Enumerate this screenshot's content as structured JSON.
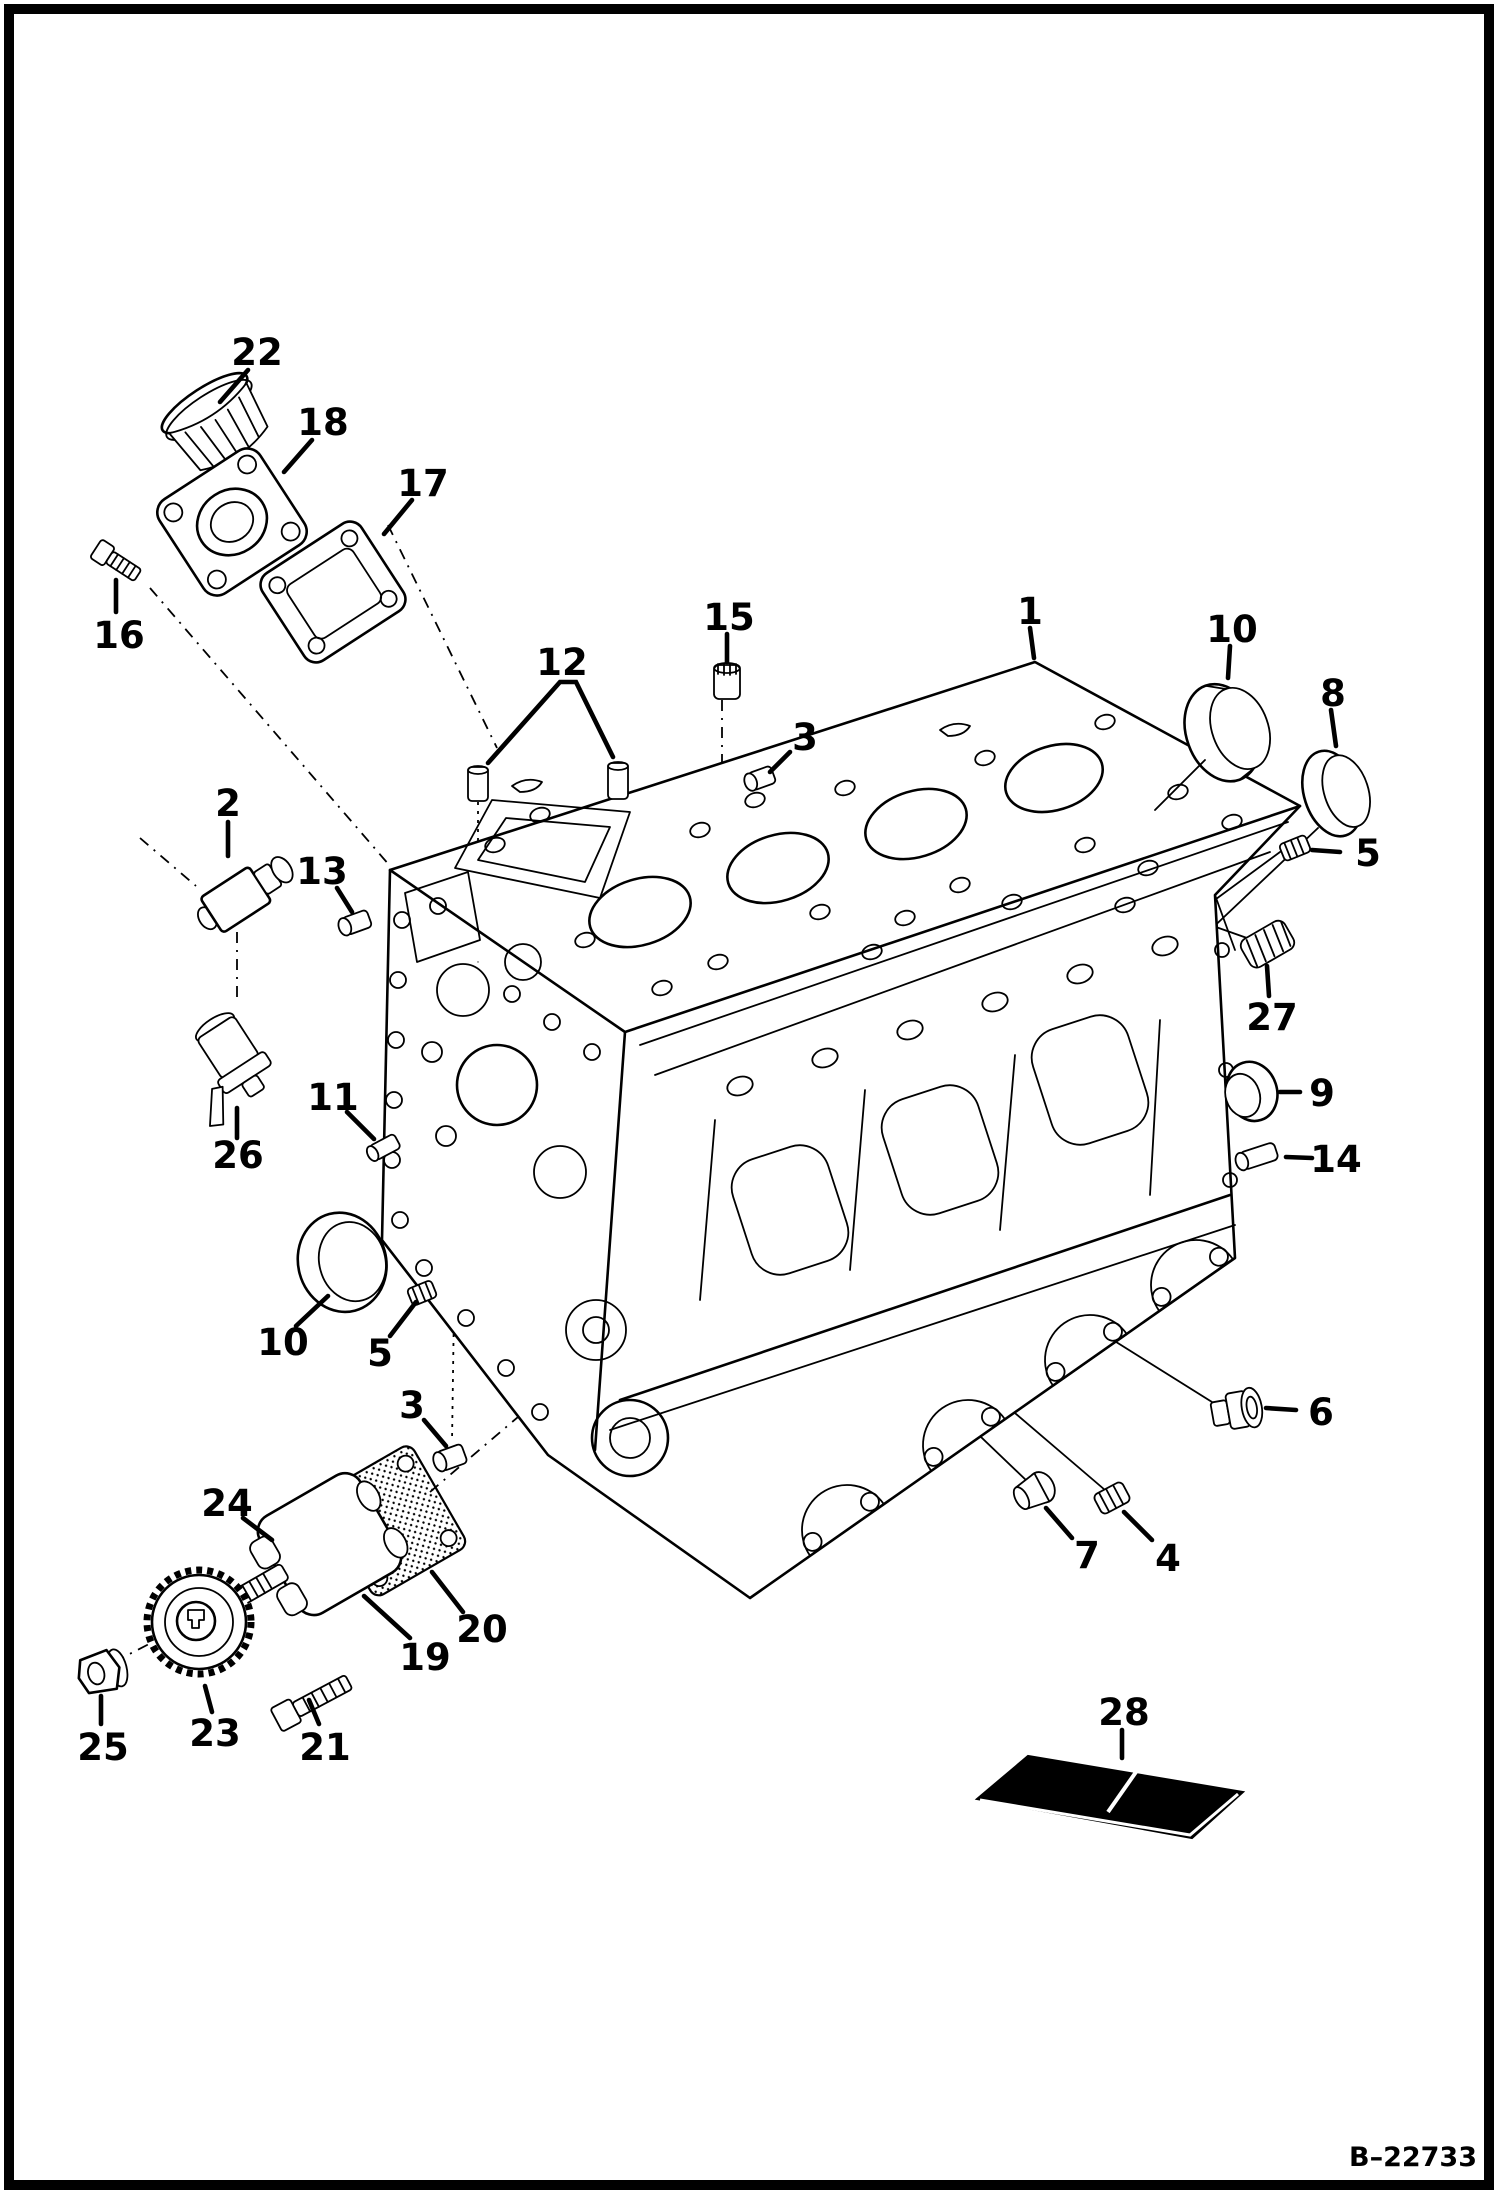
{
  "figure": {
    "code": "B–22733"
  },
  "callouts": {
    "c1": "1",
    "c2": "2",
    "c3a": "3",
    "c3b": "3",
    "c4": "4",
    "c5a": "5",
    "c5b": "5",
    "c6": "6",
    "c7": "7",
    "c8": "8",
    "c9": "9",
    "c10a": "10",
    "c10b": "10",
    "c11": "11",
    "c12": "12",
    "c13": "13",
    "c14": "14",
    "c15": "15",
    "c16": "16",
    "c17": "17",
    "c18": "18",
    "c19": "19",
    "c20": "20",
    "c21": "21",
    "c22": "22",
    "c23": "23",
    "c24": "24",
    "c25": "25",
    "c26": "26",
    "c27": "27",
    "c28": "28"
  }
}
